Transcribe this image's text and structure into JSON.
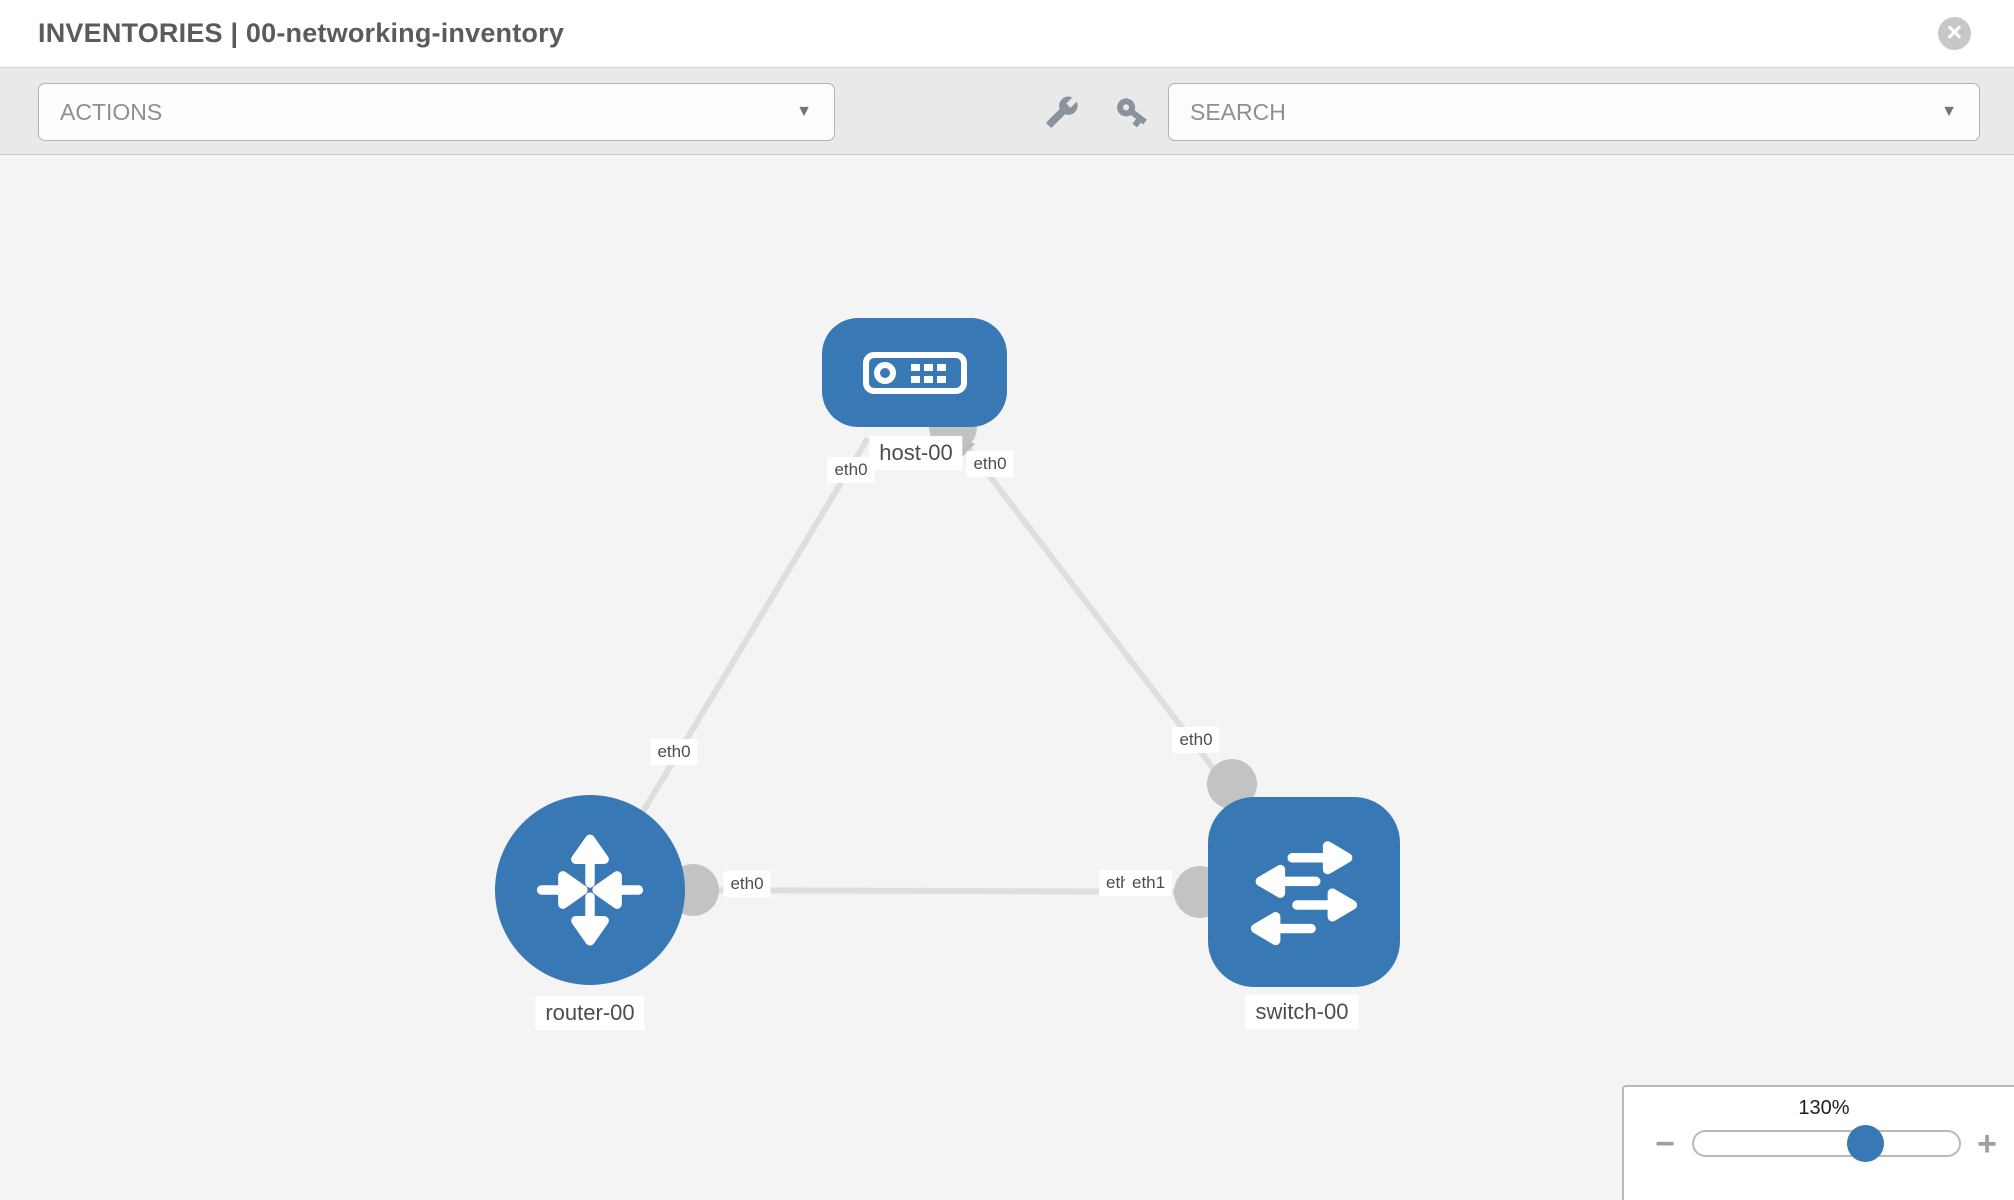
{
  "header": {
    "title": "INVENTORIES | 00-networking-inventory",
    "close_label": "×"
  },
  "toolbar": {
    "actions_placeholder": "ACTIONS",
    "search_placeholder": "SEARCH",
    "caret": "▼",
    "icons": [
      "wrench",
      "key"
    ]
  },
  "topology": {
    "nodes": [
      {
        "id": "host-00",
        "label": "host-00",
        "type": "host"
      },
      {
        "id": "router-00",
        "label": "router-00",
        "type": "router"
      },
      {
        "id": "switch-00",
        "label": "switch-00",
        "type": "switch"
      }
    ],
    "node_labels": {
      "host": "host-00",
      "router": "router-00",
      "switch": "switch-00"
    },
    "links": [
      {
        "from": "host-00",
        "to": "router-00",
        "from_interface": "eth0",
        "to_interface": "eth0"
      },
      {
        "from": "host-00",
        "to": "switch-00",
        "from_interface": "eth0",
        "to_interface": "eth0"
      },
      {
        "from": "router-00",
        "to": "switch-00",
        "from_interface": "eth0",
        "to_interface": "eth1"
      }
    ],
    "iface": {
      "a_host": "eth0",
      "b_host": "eth0",
      "a_router": "eth0",
      "b_switch": "eth0",
      "c_router": "eth0",
      "c_switch_under": "eth0",
      "c_switch_over": "eth1"
    }
  },
  "zoom_control": {
    "level": "130%",
    "minus_label": "−",
    "plus_label": "+"
  },
  "colors": {
    "node_blue": "#3879b5",
    "link_gray": "#dedede",
    "port_gray": "#c3c3c3",
    "toolbar_bg": "#e9e9e9",
    "canvas_bg": "#f4f4f5"
  }
}
